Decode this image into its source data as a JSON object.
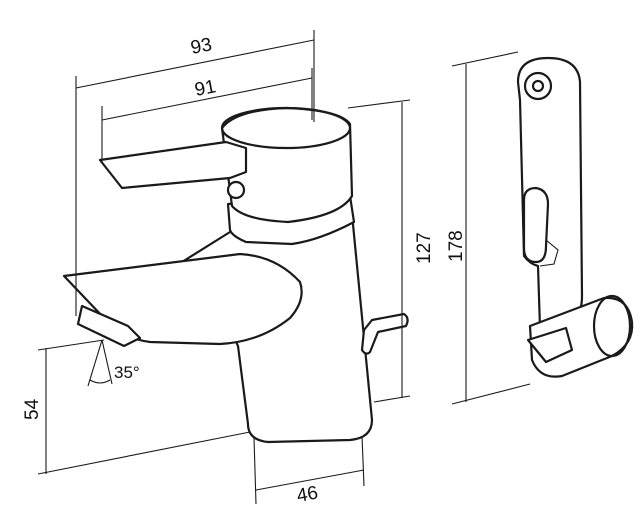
{
  "dimensions": {
    "width_overall": "93",
    "width_lever": "91",
    "height_tap": "127",
    "height_hand_shower": "178",
    "spout_height": "54",
    "base_diameter": "46",
    "spout_angle": "35°"
  }
}
